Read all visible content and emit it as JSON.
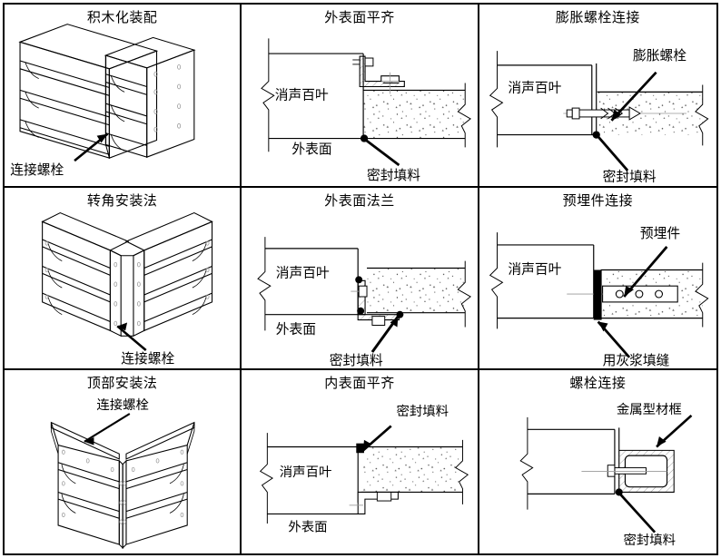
{
  "sheet": {
    "kind": "technical-drawing-sheet",
    "rows": 3,
    "cols": 3,
    "line_color": "#000000",
    "background": "#ffffff",
    "concrete_hatch": "speckled-dots-with-aggregate"
  },
  "cells": [
    {
      "id": "modular-assembly",
      "title": "积木化装配",
      "view": "isometric",
      "labels": [
        {
          "text": "连接螺栓",
          "role": "connection-bolt"
        }
      ]
    },
    {
      "id": "outer-surface-flush",
      "title": "外表面平齐",
      "view": "section",
      "labels": [
        {
          "text": "消声百叶",
          "role": "silencing-louver"
        },
        {
          "text": "外表面",
          "role": "outer-surface"
        },
        {
          "text": "密封填料",
          "role": "sealant-filler"
        }
      ]
    },
    {
      "id": "expansion-bolt-connection",
      "title": "膨胀螺栓连接",
      "view": "section",
      "labels": [
        {
          "text": "膨胀螺栓",
          "role": "expansion-bolt"
        },
        {
          "text": "消声百叶",
          "role": "silencing-louver"
        },
        {
          "text": "密封填料",
          "role": "sealant-filler"
        }
      ]
    },
    {
      "id": "corner-installation",
      "title": "转角安装法",
      "view": "isometric",
      "labels": [
        {
          "text": "连接螺栓",
          "role": "connection-bolt"
        }
      ]
    },
    {
      "id": "outer-surface-flange",
      "title": "外表面法兰",
      "view": "section",
      "labels": [
        {
          "text": "消声百叶",
          "role": "silencing-louver"
        },
        {
          "text": "外表面",
          "role": "outer-surface"
        },
        {
          "text": "密封填料",
          "role": "sealant-filler"
        }
      ]
    },
    {
      "id": "embedded-part-connection",
      "title": "预埋件连接",
      "view": "section",
      "labels": [
        {
          "text": "预埋件",
          "role": "embedded-part"
        },
        {
          "text": "消声百叶",
          "role": "silencing-louver"
        },
        {
          "text": "用灰浆填缝",
          "role": "mortar-joint-filling"
        }
      ]
    },
    {
      "id": "top-installation",
      "title": "顶部安装法",
      "view": "isometric",
      "labels": [
        {
          "text": "连接螺栓",
          "role": "connection-bolt"
        }
      ]
    },
    {
      "id": "inner-surface-flush",
      "title": "内表面平齐",
      "view": "section",
      "labels": [
        {
          "text": "密封填料",
          "role": "sealant-filler"
        },
        {
          "text": "消声百叶",
          "role": "silencing-louver"
        },
        {
          "text": "外表面",
          "role": "outer-surface"
        }
      ]
    },
    {
      "id": "bolt-connection",
      "title": "螺栓连接",
      "view": "section",
      "labels": [
        {
          "text": "金属型材框",
          "role": "metal-profile-frame"
        },
        {
          "text": "密封填料",
          "role": "sealant-filler"
        }
      ]
    }
  ]
}
